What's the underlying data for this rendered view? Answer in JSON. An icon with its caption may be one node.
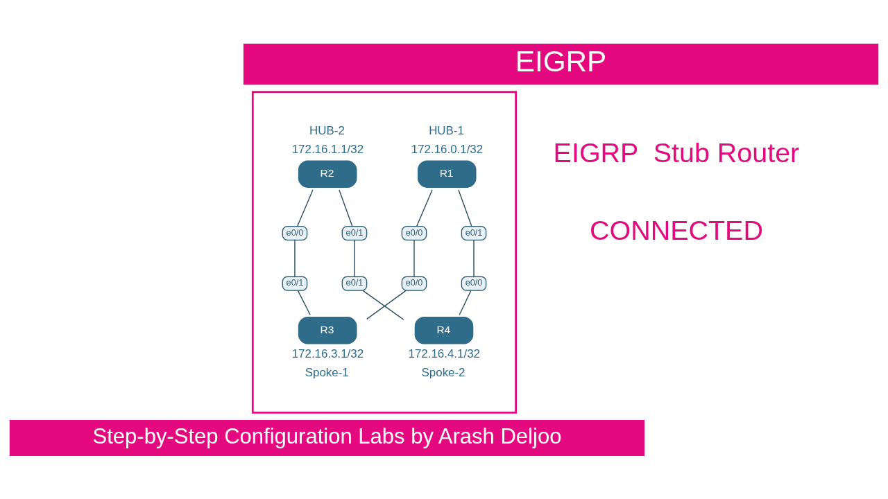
{
  "diagram": {
    "title": "EIGRP",
    "caption": "Step-by-Step Configuration Labs by Arash Deljoo",
    "nodes": [
      {
        "text": [],
        "shape": "box"
      },
      {
        "text": [
          "R1"
        ],
        "beside": [
          "HUB-1",
          "172.16.0.1/32"
        ],
        "in": 0
      },
      {
        "text": [
          "R2"
        ],
        "beside": [
          "HUB-2",
          "172.16.1.1/32"
        ],
        "in": 0
      },
      {
        "text": [
          "e0/1"
        ],
        "in": 0
      },
      {
        "text": [
          "e0/0"
        ],
        "in": 0
      },
      {
        "text": [
          "e0/0"
        ],
        "in": 0
      },
      {
        "text": [
          "e0/1"
        ],
        "in": 0
      },
      {
        "text": [
          "e0/0"
        ],
        "in": 0
      },
      {
        "text": [
          "e0/1"
        ],
        "in": 0
      },
      {
        "text": [
          "e0/0"
        ],
        "in": 0
      },
      {
        "text": [
          "e0/1"
        ],
        "in": 0
      },
      {
        "text": [
          "R3"
        ],
        "beside": [
          "172.16.3.1/32",
          "Spoke-1"
        ],
        "in": 0
      },
      {
        "text": [
          "R4"
        ],
        "beside": [
          "172.16.4.1/32",
          "Spoke-2"
        ],
        "in": 0
      }
    ],
    "edges": [
      {
        "from": 1,
        "to": 5,
        "arrow": "none"
      },
      {
        "from": 5,
        "to": 7,
        "arrow": "none"
      },
      {
        "from": 7,
        "to": 11,
        "arrow": "none"
      },
      {
        "from": 1,
        "to": 3,
        "arrow": "none"
      },
      {
        "from": 3,
        "to": 9,
        "arrow": "none"
      },
      {
        "from": 9,
        "to": 12,
        "arrow": "none"
      },
      {
        "from": 2,
        "to": 4,
        "arrow": "none"
      },
      {
        "from": 4,
        "to": 10,
        "arrow": "none"
      },
      {
        "from": 10,
        "to": 11,
        "arrow": "none"
      },
      {
        "from": 2,
        "to": 6,
        "arrow": "none"
      },
      {
        "from": 6,
        "to": 8,
        "arrow": "none"
      },
      {
        "from": 8,
        "to": 12,
        "arrow": "none"
      }
    ],
    "labels": [
      "EIGRP  Stub Router",
      "CONNECTED"
    ]
  }
}
